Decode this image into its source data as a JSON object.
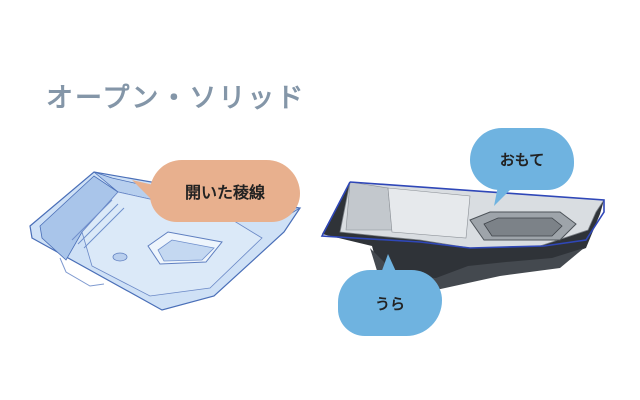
{
  "title": "オープン・ソリッド",
  "labels": {
    "open_edge": "開いた稜線",
    "front": "おもて",
    "back": "うら"
  },
  "colors": {
    "title": "#8496a8",
    "edge_bubble": "#e8b08e",
    "face_bubble": "#6fb3e0",
    "shell_light": "#c6dcf4",
    "shell_dark": "#2f3338",
    "edge_line": "#2f47b8"
  }
}
